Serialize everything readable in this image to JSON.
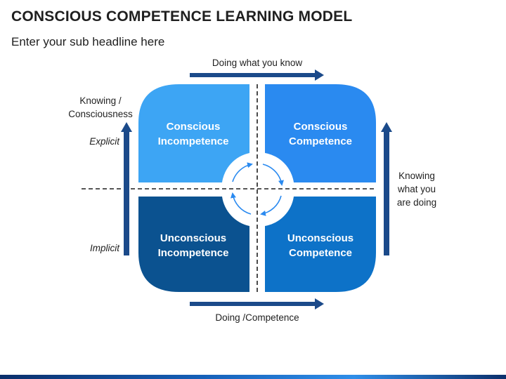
{
  "header": {
    "title": "CONSCIOUS COMPETENCE LEARNING MODEL",
    "subtitle": "Enter your sub headline here"
  },
  "axes": {
    "top": "Doing what you know",
    "bottom": "Doing /Competence",
    "left_heading": "Knowing / Consciousness",
    "left_upper": "Explicit",
    "left_lower": "Implicit",
    "right": "Knowing what you are doing"
  },
  "quadrants": {
    "top_left": {
      "label": "Conscious Incompetence",
      "color": "#3da5f4"
    },
    "top_right": {
      "label": "Conscious Competence",
      "color": "#2a8af0"
    },
    "bottom_left": {
      "label": "Unconscious Incompetence",
      "color": "#0b5290"
    },
    "bottom_right": {
      "label": "Unconscious Competence",
      "color": "#0d72c8"
    }
  },
  "colors": {
    "arrow": "#1b4a8a",
    "cycle_arrow": "#2a8af0"
  }
}
